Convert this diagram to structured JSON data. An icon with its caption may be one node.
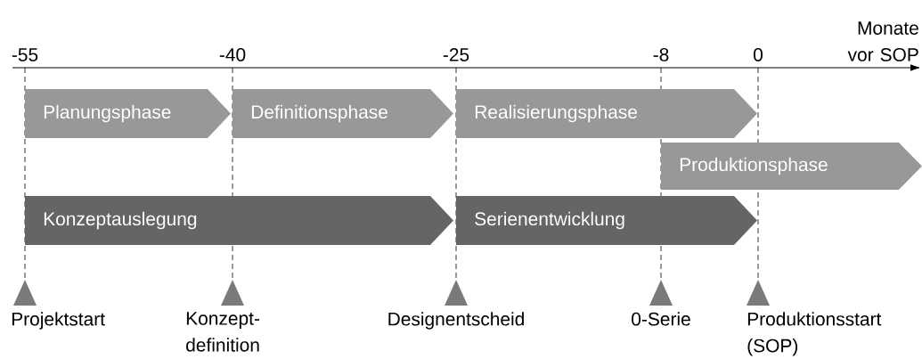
{
  "diagram": {
    "nodes": [
      {
        "text": [
          "Planungsphase"
        ]
      },
      {
        "text": [
          "Definitionsphase"
        ]
      },
      {
        "text": [
          "Realisierungsphase"
        ]
      },
      {
        "text": [
          "Produktionsphase"
        ]
      },
      {
        "text": [
          "Konzeptauslegung"
        ]
      },
      {
        "text": [
          "Serienentwicklung"
        ]
      },
      {
        "text": [
          "Projektstart"
        ]
      },
      {
        "text": [
          "Konzept- definition"
        ]
      },
      {
        "text": [
          "Designentscheid"
        ]
      },
      {
        "text": [
          "0-Serie"
        ]
      },
      {
        "text": [
          "Produktionsstart (SOP)"
        ]
      }
    ],
    "labels": [
      "Monate vor SOP",
      "-55",
      "-40",
      "-25",
      "-8",
      "0"
    ]
  }
}
